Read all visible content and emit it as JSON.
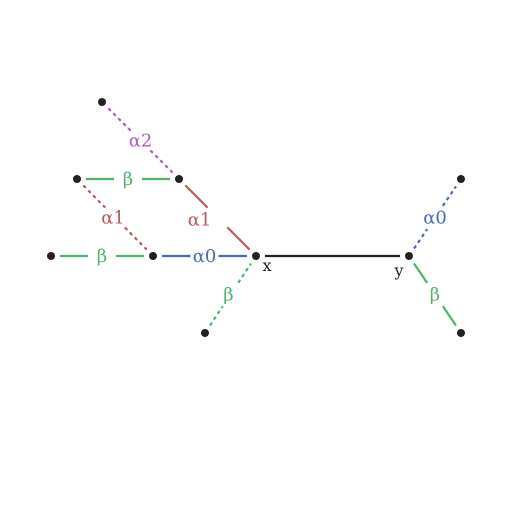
{
  "colors": {
    "alpha0": "#4a6ab8",
    "alpha1": "#b85a5a",
    "alpha2": "#b05ab8",
    "beta": "#4db36a",
    "base": "#222222"
  },
  "nodes": [
    {
      "id": "x",
      "label": "x"
    },
    {
      "id": "y",
      "label": "y"
    },
    {
      "id": "a",
      "label": ""
    },
    {
      "id": "b",
      "label": ""
    },
    {
      "id": "c",
      "label": ""
    },
    {
      "id": "d",
      "label": ""
    },
    {
      "id": "e",
      "label": ""
    },
    {
      "id": "f",
      "label": ""
    },
    {
      "id": "g",
      "label": ""
    },
    {
      "id": "h",
      "label": ""
    }
  ],
  "edges": [
    {
      "id": "x-y",
      "from": "x",
      "to": "y",
      "label": "",
      "color": "base",
      "style": "solid"
    },
    {
      "id": "a-x",
      "from": "a",
      "to": "x",
      "label": "α0",
      "color": "alpha0",
      "style": "solid"
    },
    {
      "id": "b-x",
      "from": "b",
      "to": "x",
      "label": "α1",
      "color": "alpha1",
      "style": "solid"
    },
    {
      "id": "c-x",
      "from": "c",
      "to": "x",
      "label": "β",
      "color": "beta",
      "style": "dashed"
    },
    {
      "id": "d-a",
      "from": "d",
      "to": "a",
      "label": "β",
      "color": "beta",
      "style": "solid"
    },
    {
      "id": "e-a",
      "from": "e",
      "to": "a",
      "label": "α1",
      "color": "alpha1",
      "style": "dashed"
    },
    {
      "id": "e-b",
      "from": "e",
      "to": "b",
      "label": "β",
      "color": "beta",
      "style": "solid"
    },
    {
      "id": "f-b",
      "from": "f",
      "to": "b",
      "label": "α2",
      "color": "alpha2",
      "style": "dashed"
    },
    {
      "id": "y-g",
      "from": "y",
      "to": "g",
      "label": "α0",
      "color": "alpha0",
      "style": "dashed"
    },
    {
      "id": "y-h",
      "from": "y",
      "to": "h",
      "label": "β",
      "color": "beta",
      "style": "solid"
    }
  ]
}
